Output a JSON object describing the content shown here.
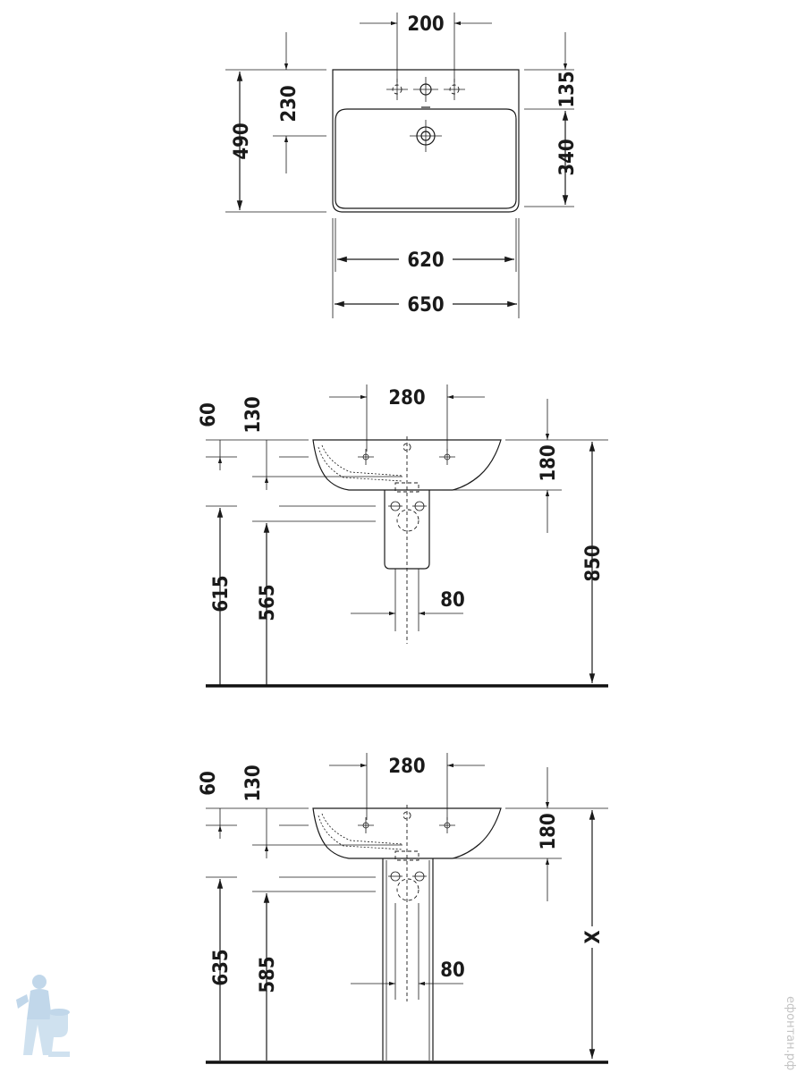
{
  "top_view": {
    "tap_spacing": "200",
    "overflow_dist": "230",
    "depth_total": "490",
    "rim_depth": "135",
    "bowl_depth": "340",
    "inner_width": "620",
    "outer_width": "650"
  },
  "side_view_1": {
    "tap_spacing": "280",
    "rim_thickness": "60",
    "upper_dim": "130",
    "basin_height": "180",
    "height_615": "615",
    "height_565": "565",
    "waste_width": "80",
    "total_height": "850"
  },
  "side_view_2": {
    "tap_spacing": "280",
    "rim_thickness": "60",
    "upper_dim": "130",
    "basin_height": "180",
    "height_635": "635",
    "height_585": "585",
    "waste_width": "80",
    "total_height": "X"
  },
  "watermark": {
    "text": "ефонтан.рф"
  },
  "colors": {
    "line": "#1a1a1a",
    "watermark": "#c4c4c4",
    "mascot": "#8fb8d9"
  }
}
